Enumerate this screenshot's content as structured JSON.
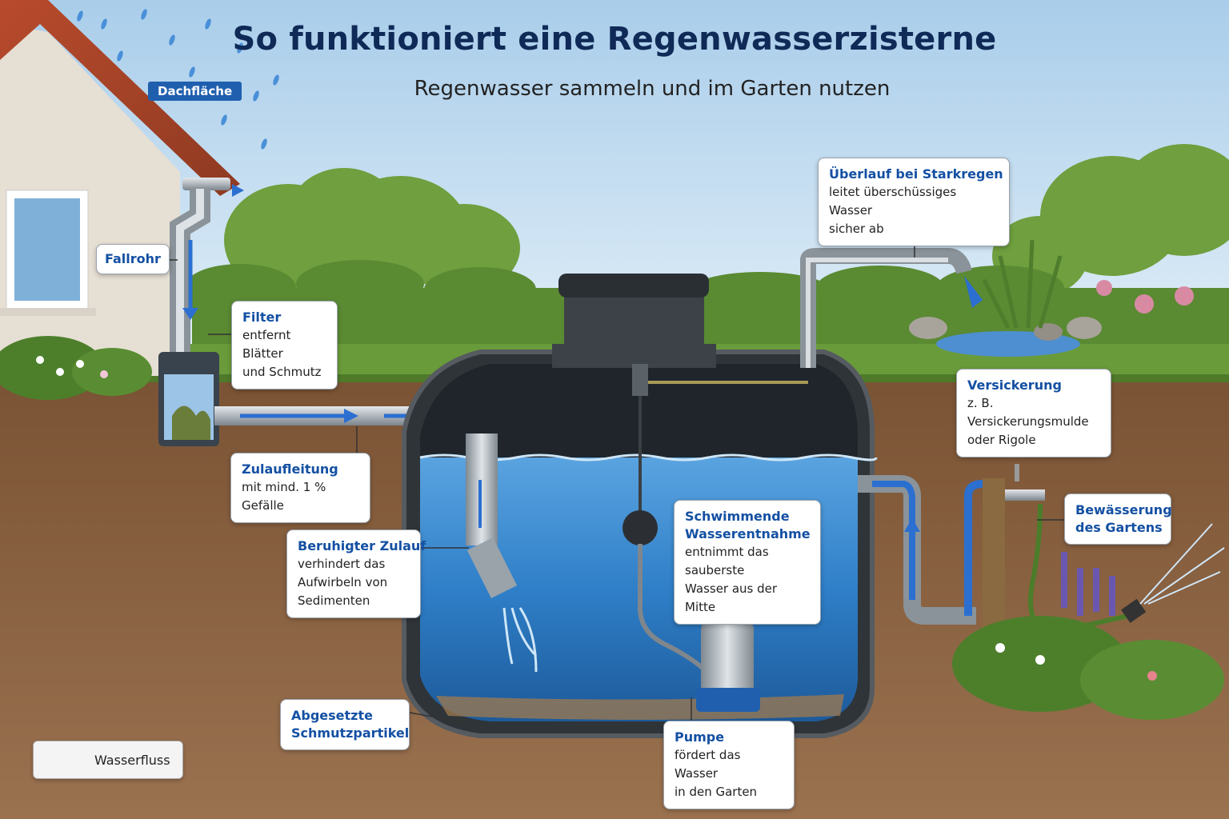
{
  "header": {
    "title": "So funktioniert eine Regenwasserzisterne",
    "subtitle": "Regenwasser sammeln und im Garten nutzen"
  },
  "roof_label": "Dachfläche",
  "callouts": {
    "fallrohr": {
      "title": "Fallrohr"
    },
    "filter": {
      "title": "Filter",
      "text": [
        "entfernt Blätter",
        "und Schmutz"
      ]
    },
    "zulauf": {
      "title": "Zulaufleitung",
      "text": [
        "mit mind. 1 % Gefälle"
      ]
    },
    "beruhigt": {
      "title": "Beruhigter Zulauf",
      "text": [
        "verhindert das",
        "Aufwirbeln von",
        "Sedimenten"
      ]
    },
    "abgesetzt": {
      "title": [
        "Abgesetzte",
        "Schmutzpartikel"
      ]
    },
    "ueberlauf": {
      "title": "Überlauf bei Starkregen",
      "text": [
        "leitet überschüssiges Wasser",
        "sicher ab"
      ]
    },
    "versickerung": {
      "title": "Versickerung",
      "text": [
        "z. B. Versickerungsmulde",
        "oder Rigole"
      ]
    },
    "schwimmend": {
      "title": [
        "Schwimmende",
        "Wasserentnahme"
      ],
      "text": [
        "entnimmt das sauberste",
        "Wasser aus der Mitte"
      ]
    },
    "pumpe": {
      "title": "Pumpe",
      "text": [
        "fördert das Wasser",
        "in den Garten"
      ]
    },
    "bewaesserung": {
      "title": [
        "Bewässerung",
        "des Gartens"
      ]
    }
  },
  "legend": {
    "label": "Wasserfluss"
  },
  "colors": {
    "title": "#0f2a57",
    "accent": "#1450a3",
    "water": "#2f7fc8",
    "soil": "#8b6443",
    "sky": "#bcd9ef"
  }
}
